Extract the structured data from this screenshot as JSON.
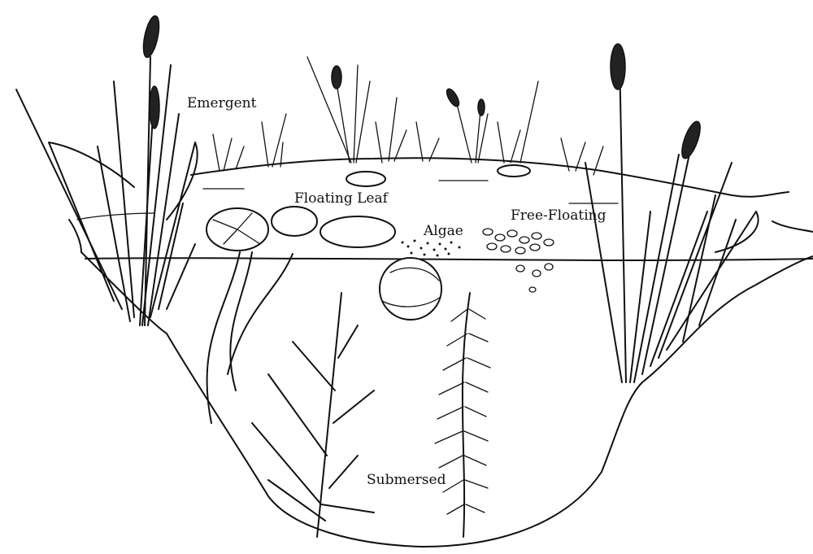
{
  "labels": {
    "emergent": "Emergent",
    "floating_leaf": "Floating Leaf",
    "algae": "Algae",
    "free_floating": "Free-Floating",
    "submersed": "Submersed"
  },
  "colors": {
    "ink": "#111111",
    "background": "#ffffff"
  }
}
